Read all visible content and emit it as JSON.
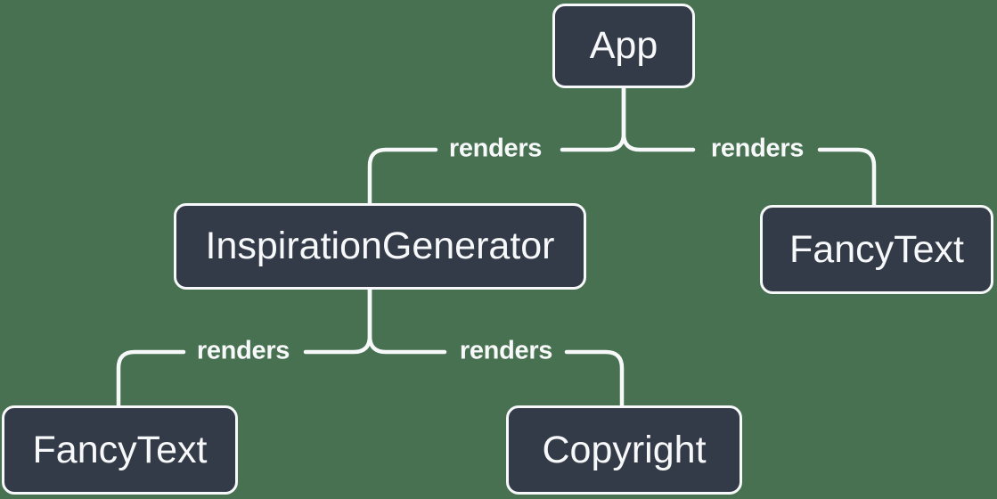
{
  "colors": {
    "background": "#477150",
    "node_fill": "#343B48",
    "node_border": "#F7F8F9",
    "edge_line": "#F7F8F9",
    "text": "#F7F8F9"
  },
  "nodes": [
    {
      "id": "app",
      "label": "App"
    },
    {
      "id": "inspiration-generator",
      "label": "InspirationGenerator"
    },
    {
      "id": "fancy-text-top-right",
      "label": "FancyText"
    },
    {
      "id": "fancy-text-bottom-left",
      "label": "FancyText"
    },
    {
      "id": "copyright",
      "label": "Copyright"
    }
  ],
  "edges": [
    {
      "from": "App",
      "to": "InspirationGenerator",
      "label": "renders"
    },
    {
      "from": "App",
      "to": "FancyText",
      "label": "renders"
    },
    {
      "from": "InspirationGenerator",
      "to": "FancyText",
      "label": "renders"
    },
    {
      "from": "InspirationGenerator",
      "to": "Copyright",
      "label": "renders"
    }
  ]
}
